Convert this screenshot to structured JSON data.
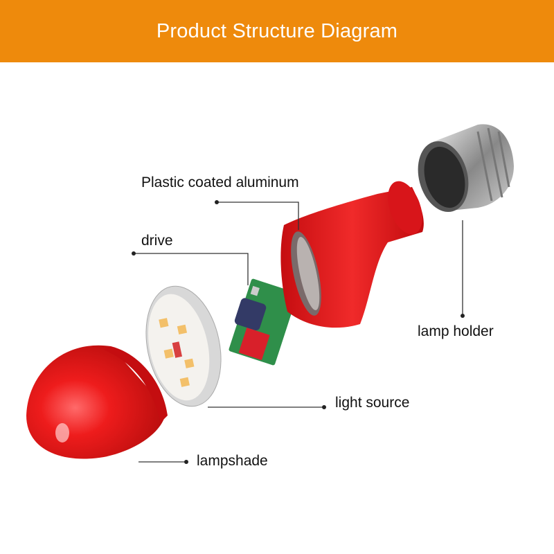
{
  "header": {
    "title": "Product Structure Diagram",
    "color": "#ee8a0c"
  },
  "labels": {
    "aluminum": "Plastic coated aluminum",
    "drive": "drive",
    "lamp_holder": "lamp holder",
    "light_source": "light source",
    "lampshade": "lampshade"
  },
  "colors": {
    "red": "#e8151b",
    "leader": "#333333"
  }
}
